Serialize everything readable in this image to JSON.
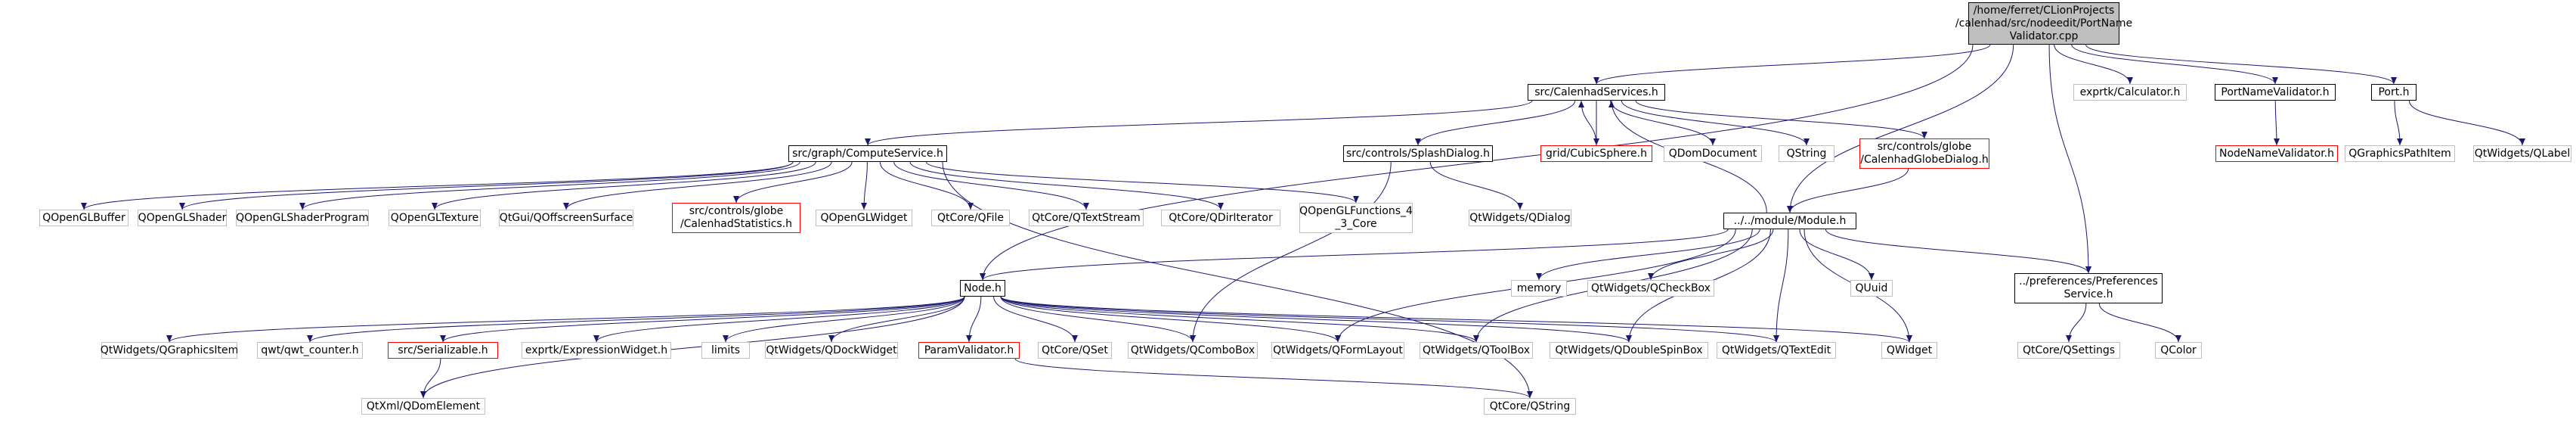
{
  "nodes": [
    {
      "id": "root",
      "style": "main",
      "lines": [
        "/home/ferret/CLionProjects",
        "/calenhad/src/nodeedit/PortName",
        "Validator.cpp"
      ]
    },
    {
      "id": "services",
      "style": "black",
      "lines": [
        "src/CalenhadServices.h"
      ]
    },
    {
      "id": "exprtk_calc",
      "style": "gray",
      "lines": [
        "exprtk/Calculator.h"
      ]
    },
    {
      "id": "portnamevalidator",
      "style": "black",
      "lines": [
        "PortNameValidator.h"
      ]
    },
    {
      "id": "port",
      "style": "black",
      "lines": [
        "Port.h"
      ]
    },
    {
      "id": "compute",
      "style": "black",
      "lines": [
        "src/graph/ComputeService.h"
      ]
    },
    {
      "id": "splash",
      "style": "black",
      "lines": [
        "src/controls/SplashDialog.h"
      ]
    },
    {
      "id": "cubicsphere",
      "style": "red",
      "lines": [
        "grid/CubicSphere.h"
      ]
    },
    {
      "id": "qdomdocument",
      "style": "gray",
      "lines": [
        "QDomDocument"
      ]
    },
    {
      "id": "qstring",
      "style": "gray",
      "lines": [
        "QString"
      ]
    },
    {
      "id": "globedialog",
      "style": "red",
      "lines": [
        "src/controls/globe",
        "/CalenhadGlobeDialog.h"
      ]
    },
    {
      "id": "nodenamevalidator",
      "style": "red",
      "lines": [
        "NodeNameValidator.h"
      ]
    },
    {
      "id": "qgraphicspathitem",
      "style": "gray",
      "lines": [
        "QGraphicsPathItem"
      ]
    },
    {
      "id": "qwidgets_qlabel",
      "style": "gray",
      "lines": [
        "QtWidgets/QLabel"
      ]
    },
    {
      "id": "qopenglbuffer",
      "style": "gray",
      "lines": [
        "QOpenGLBuffer"
      ]
    },
    {
      "id": "qopenglshader",
      "style": "gray",
      "lines": [
        "QOpenGLShader"
      ]
    },
    {
      "id": "qopenglshaderprogram",
      "style": "gray",
      "lines": [
        "QOpenGLShaderProgram"
      ]
    },
    {
      "id": "qopengltexture",
      "style": "gray",
      "lines": [
        "QOpenGLTexture"
      ]
    },
    {
      "id": "qoffscreensurface",
      "style": "gray",
      "lines": [
        "QtGui/QOffscreenSurface"
      ]
    },
    {
      "id": "globestats",
      "style": "red",
      "lines": [
        "src/controls/globe",
        "/CalenhadStatistics.h"
      ]
    },
    {
      "id": "qopenglwidget",
      "style": "gray",
      "lines": [
        "QOpenGLWidget"
      ]
    },
    {
      "id": "qfile",
      "style": "gray",
      "lines": [
        "QtCore/QFile"
      ]
    },
    {
      "id": "qtextstream",
      "style": "gray",
      "lines": [
        "QtCore/QTextStream"
      ]
    },
    {
      "id": "qdiriterator",
      "style": "gray",
      "lines": [
        "QtCore/QDirIterator"
      ]
    },
    {
      "id": "qopenglfunctions",
      "style": "gray",
      "lines": [
        "QOpenGLFunctions_4",
        "_3_Core"
      ]
    },
    {
      "id": "qdialog",
      "style": "gray",
      "lines": [
        "QtWidgets/QDialog"
      ]
    },
    {
      "id": "module",
      "style": "black",
      "lines": [
        "../../module/Module.h"
      ]
    },
    {
      "id": "node",
      "style": "black",
      "lines": [
        "Node.h"
      ]
    },
    {
      "id": "memory",
      "style": "gray",
      "lines": [
        "memory"
      ]
    },
    {
      "id": "qcheckbox",
      "style": "gray",
      "lines": [
        "QtWidgets/QCheckBox"
      ]
    },
    {
      "id": "quuid",
      "style": "gray",
      "lines": [
        "QUuid"
      ]
    },
    {
      "id": "prefs",
      "style": "black",
      "lines": [
        "../preferences/Preferences",
        "Service.h"
      ]
    },
    {
      "id": "qgraphicsitem",
      "style": "gray",
      "lines": [
        "QtWidgets/QGraphicsItem"
      ]
    },
    {
      "id": "qwt_counter",
      "style": "gray",
      "lines": [
        "qwt/qwt_counter.h"
      ]
    },
    {
      "id": "serializable",
      "style": "red",
      "lines": [
        "src/Serializable.h"
      ]
    },
    {
      "id": "expressionwidget",
      "style": "gray",
      "lines": [
        "exprtk/ExpressionWidget.h"
      ]
    },
    {
      "id": "limits",
      "style": "gray",
      "lines": [
        "limits"
      ]
    },
    {
      "id": "qdockwidget",
      "style": "gray",
      "lines": [
        "QtWidgets/QDockWidget"
      ]
    },
    {
      "id": "paramvalidator",
      "style": "red",
      "lines": [
        "ParamValidator.h"
      ]
    },
    {
      "id": "qset",
      "style": "gray",
      "lines": [
        "QtCore/QSet"
      ]
    },
    {
      "id": "qcombobox",
      "style": "gray",
      "lines": [
        "QtWidgets/QComboBox"
      ]
    },
    {
      "id": "qformlayout",
      "style": "gray",
      "lines": [
        "QtWidgets/QFormLayout"
      ]
    },
    {
      "id": "qtoolbox",
      "style": "gray",
      "lines": [
        "QtWidgets/QToolBox"
      ]
    },
    {
      "id": "qdoublespinbox",
      "style": "gray",
      "lines": [
        "QtWidgets/QDoubleSpinBox"
      ]
    },
    {
      "id": "qtextedit",
      "style": "gray",
      "lines": [
        "QtWidgets/QTextEdit"
      ]
    },
    {
      "id": "qwidget",
      "style": "gray",
      "lines": [
        "QWidget"
      ]
    },
    {
      "id": "qsettings",
      "style": "gray",
      "lines": [
        "QtCore/QSettings"
      ]
    },
    {
      "id": "qcolor",
      "style": "gray",
      "lines": [
        "QColor"
      ]
    },
    {
      "id": "qdomelement",
      "style": "gray",
      "lines": [
        "QtXml/QDomElement"
      ]
    },
    {
      "id": "qtcore_qstring",
      "style": "gray",
      "lines": [
        "QtCore/QString"
      ]
    }
  ],
  "edges": [
    [
      "root",
      "services"
    ],
    [
      "root",
      "exprtk_calc"
    ],
    [
      "root",
      "portnamevalidator"
    ],
    [
      "root",
      "port"
    ],
    [
      "root",
      "node"
    ],
    [
      "root",
      "module"
    ],
    [
      "root",
      "prefs"
    ],
    [
      "services",
      "compute"
    ],
    [
      "services",
      "splash"
    ],
    [
      "services",
      "cubicsphere"
    ],
    [
      "services",
      "qdomdocument"
    ],
    [
      "services",
      "qstring"
    ],
    [
      "services",
      "globedialog"
    ],
    [
      "cubicsphere",
      "services"
    ],
    [
      "portnamevalidator",
      "nodenamevalidator"
    ],
    [
      "port",
      "qgraphicspathitem"
    ],
    [
      "port",
      "qwidgets_qlabel"
    ],
    [
      "compute",
      "qopenglbuffer"
    ],
    [
      "compute",
      "qopenglshader"
    ],
    [
      "compute",
      "qopenglshaderprogram"
    ],
    [
      "compute",
      "qopengltexture"
    ],
    [
      "compute",
      "qoffscreensurface"
    ],
    [
      "compute",
      "globestats"
    ],
    [
      "compute",
      "qopenglwidget"
    ],
    [
      "compute",
      "qfile"
    ],
    [
      "compute",
      "qtextstream"
    ],
    [
      "compute",
      "qdiriterator"
    ],
    [
      "compute",
      "qopenglfunctions"
    ],
    [
      "compute",
      "qtcore_qstring"
    ],
    [
      "splash",
      "qdialog"
    ],
    [
      "splash",
      "qcombobox"
    ],
    [
      "globedialog",
      "module"
    ],
    [
      "module",
      "services"
    ],
    [
      "module",
      "node"
    ],
    [
      "module",
      "memory"
    ],
    [
      "module",
      "qcheckbox"
    ],
    [
      "module",
      "quuid"
    ],
    [
      "module",
      "prefs"
    ],
    [
      "module",
      "qformlayout"
    ],
    [
      "module",
      "qtoolbox"
    ],
    [
      "module",
      "qdoublespinbox"
    ],
    [
      "module",
      "qtextedit"
    ],
    [
      "module",
      "qwidget"
    ],
    [
      "node",
      "qgraphicsitem"
    ],
    [
      "node",
      "qwt_counter"
    ],
    [
      "node",
      "serializable"
    ],
    [
      "node",
      "expressionwidget"
    ],
    [
      "node",
      "limits"
    ],
    [
      "node",
      "qdockwidget"
    ],
    [
      "node",
      "paramvalidator"
    ],
    [
      "node",
      "qset"
    ],
    [
      "node",
      "qcombobox"
    ],
    [
      "node",
      "qformlayout"
    ],
    [
      "node",
      "qtoolbox"
    ],
    [
      "node",
      "qdoublespinbox"
    ],
    [
      "node",
      "qtextedit"
    ],
    [
      "node",
      "qwidget"
    ],
    [
      "node",
      "qdomelement"
    ],
    [
      "serializable",
      "qdomelement"
    ],
    [
      "paramvalidator",
      "qtcore_qstring"
    ],
    [
      "prefs",
      "qsettings"
    ],
    [
      "prefs",
      "qcolor"
    ]
  ],
  "colors": {
    "edge": "#191970",
    "main_fill": "#bfbfbf",
    "gray_border": "#bfbfbf",
    "red_border": "#ff0000",
    "black_border": "#000000"
  }
}
